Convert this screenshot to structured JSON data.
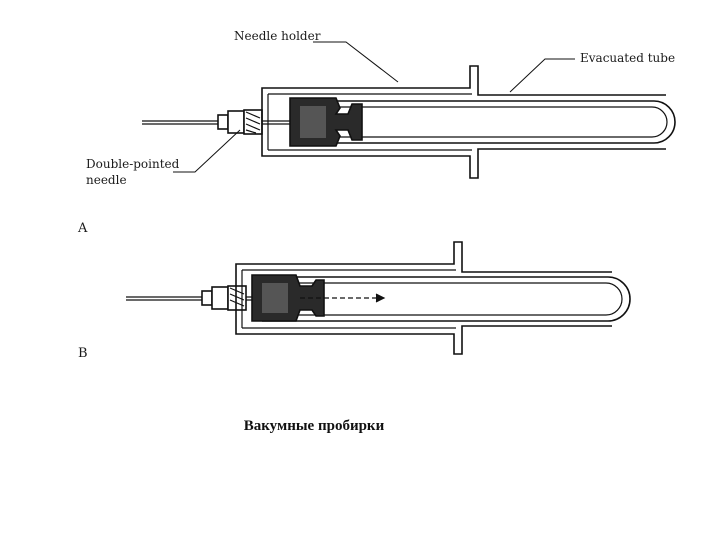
{
  "labels": {
    "needle_holder": "Needle holder",
    "evacuated_tube": "Evacuated tube",
    "double_pointed_line1": "Double-pointed",
    "double_pointed_line2": "needle",
    "panel_a": "A",
    "panel_b": "B"
  },
  "caption": "Вакумные пробирки"
}
